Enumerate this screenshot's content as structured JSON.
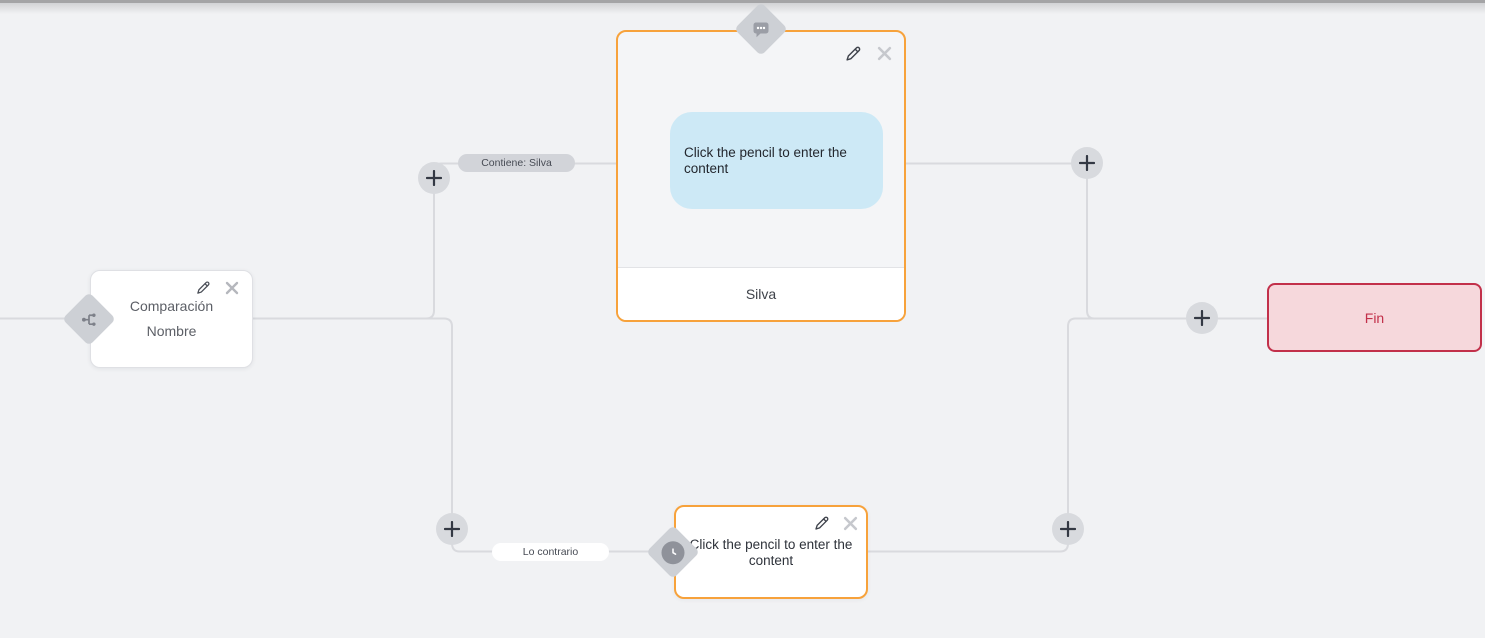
{
  "flow": {
    "comparison_node": {
      "type": "condition",
      "line1": "Comparación",
      "line2": "Nombre"
    },
    "message_node": {
      "type": "message",
      "placeholder": "Click the pencil to enter the content",
      "footer": "Silva"
    },
    "delay_node": {
      "type": "delay",
      "placeholder": "Click the pencil to enter the content"
    },
    "end_node": {
      "label": "Fin"
    },
    "edge_labels": {
      "condition_true": "Contiene: Silva",
      "condition_else": "Lo contrario"
    }
  },
  "colors": {
    "canvas_background": "#f1f2f4",
    "node_accent_orange": "#f7a23b",
    "end_node_red": "#c2304a",
    "end_node_fill": "#f6d8dc",
    "bubble_blue": "#cde9f6",
    "edge_gray": "#d9dade",
    "badge_gray": "#cdd0d5"
  }
}
